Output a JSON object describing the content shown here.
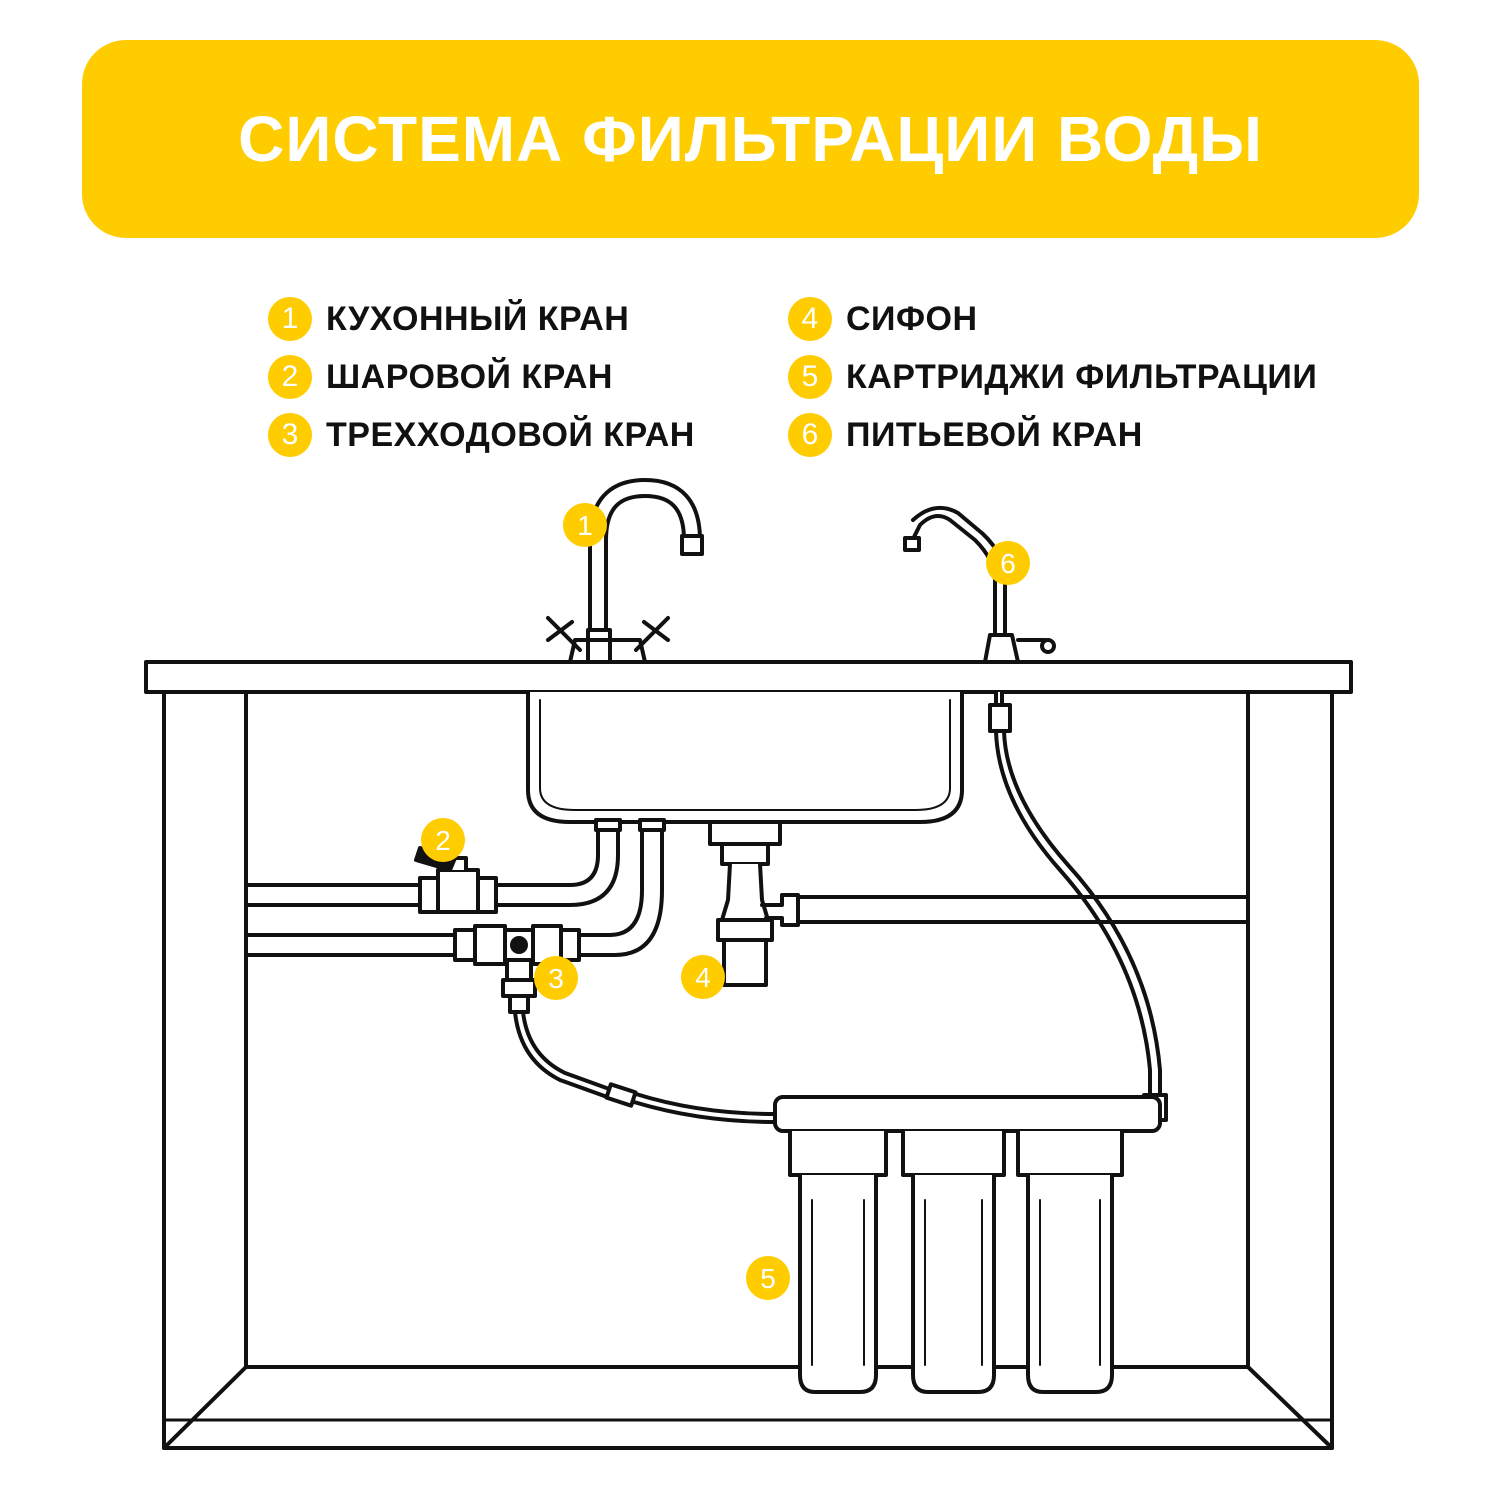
{
  "title": "СИСТЕМА ФИЛЬТРАЦИИ ВОДЫ",
  "colors": {
    "accent": "#FFCC00",
    "line": "#111111",
    "background": "#ffffff"
  },
  "legend": [
    {
      "number": "1",
      "label": "КУХОННЫЙ КРАН"
    },
    {
      "number": "2",
      "label": "ШАРОВОЙ КРАН"
    },
    {
      "number": "3",
      "label": "ТРЕХХОДОВОЙ КРАН"
    },
    {
      "number": "4",
      "label": "СИФОН"
    },
    {
      "number": "5",
      "label": "КАРТРИДЖИ ФИЛЬТРАЦИИ"
    },
    {
      "number": "6",
      "label": "ПИТЬЕВОЙ КРАН"
    }
  ],
  "callouts": [
    "1",
    "2",
    "3",
    "4",
    "5",
    "6"
  ]
}
